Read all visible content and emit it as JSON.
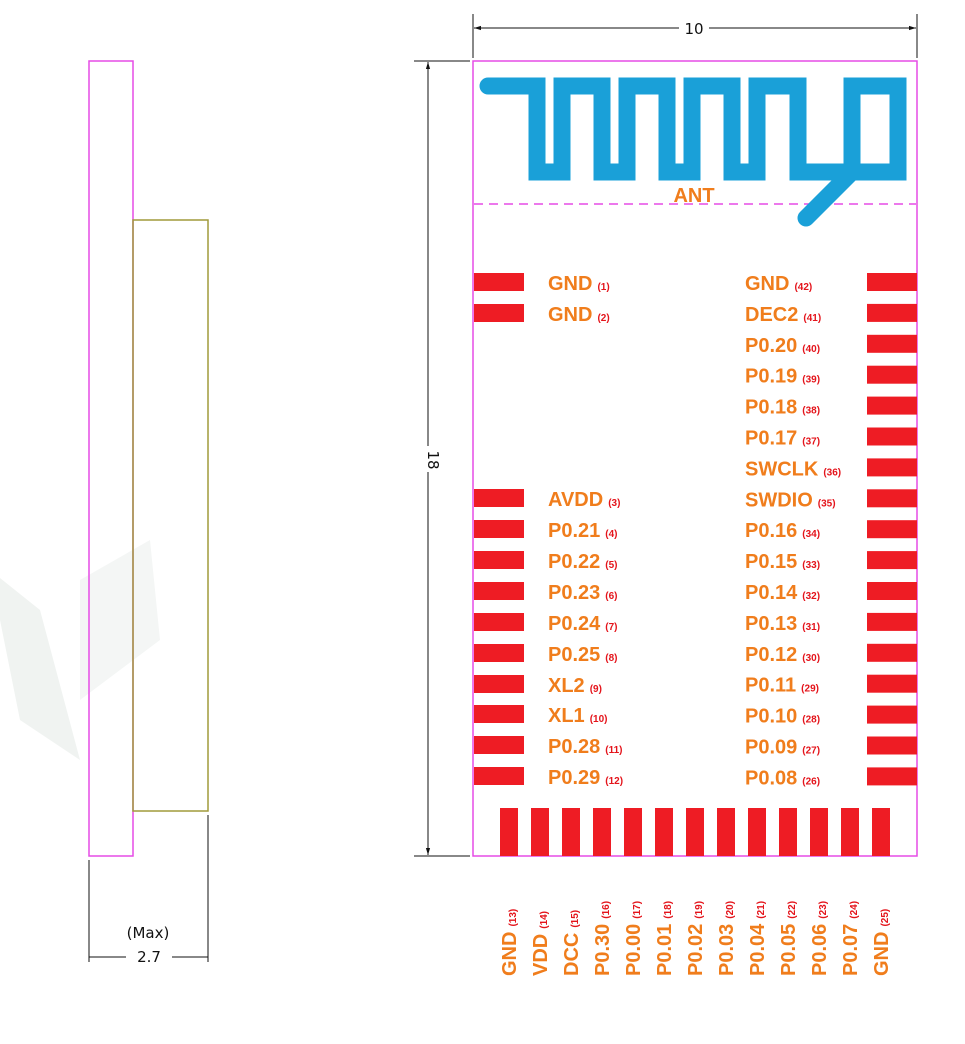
{
  "dimensions": {
    "width": "10",
    "height": "18",
    "thickness": "2.7",
    "thickness_note": "(Max)"
  },
  "antenna_label": "ANT",
  "colors": {
    "outline": "#e64be6",
    "pad": "#ee1c24",
    "pin_name": "#f07d1c",
    "pin_number": "#e4141b",
    "antenna": "#1aa0d8",
    "shield": "#a09a3a",
    "dimension_line": "#111111"
  },
  "left_pins": [
    {
      "name": "GND",
      "num": "(1)"
    },
    {
      "name": "GND",
      "num": "(2)"
    },
    {
      "name": "AVDD",
      "num": "(3)"
    },
    {
      "name": "P0.21",
      "num": "(4)"
    },
    {
      "name": "P0.22",
      "num": "(5)"
    },
    {
      "name": "P0.23",
      "num": "(6)"
    },
    {
      "name": "P0.24",
      "num": "(7)"
    },
    {
      "name": "P0.25",
      "num": "(8)"
    },
    {
      "name": "XL2",
      "num": "(9)"
    },
    {
      "name": "XL1",
      "num": "(10)"
    },
    {
      "name": "P0.28",
      "num": "(11)"
    },
    {
      "name": "P0.29",
      "num": "(12)"
    }
  ],
  "right_pins": [
    {
      "name": "GND",
      "num": "(42)"
    },
    {
      "name": "DEC2",
      "num": "(41)"
    },
    {
      "name": "P0.20",
      "num": "(40)"
    },
    {
      "name": "P0.19",
      "num": "(39)"
    },
    {
      "name": "P0.18",
      "num": "(38)"
    },
    {
      "name": "P0.17",
      "num": "(37)"
    },
    {
      "name": "SWCLK",
      "num": "(36)"
    },
    {
      "name": "SWDIO",
      "num": "(35)"
    },
    {
      "name": "P0.16",
      "num": "(34)"
    },
    {
      "name": "P0.15",
      "num": "(33)"
    },
    {
      "name": "P0.14",
      "num": "(32)"
    },
    {
      "name": "P0.13",
      "num": "(31)"
    },
    {
      "name": "P0.12",
      "num": "(30)"
    },
    {
      "name": "P0.11",
      "num": "(29)"
    },
    {
      "name": "P0.10",
      "num": "(28)"
    },
    {
      "name": "P0.09",
      "num": "(27)"
    },
    {
      "name": "P0.08",
      "num": "(26)"
    }
  ],
  "bottom_pins": [
    {
      "name": "GND",
      "num": "(13)"
    },
    {
      "name": "VDD",
      "num": "(14)"
    },
    {
      "name": "DCC",
      "num": "(15)"
    },
    {
      "name": "P0.30",
      "num": "(16)"
    },
    {
      "name": "P0.00",
      "num": "(17)"
    },
    {
      "name": "P0.01",
      "num": "(18)"
    },
    {
      "name": "P0.02",
      "num": "(19)"
    },
    {
      "name": "P0.03",
      "num": "(20)"
    },
    {
      "name": "P0.04",
      "num": "(21)"
    },
    {
      "name": "P0.05",
      "num": "(22)"
    },
    {
      "name": "P0.06",
      "num": "(23)"
    },
    {
      "name": "P0.07",
      "num": "(24)"
    },
    {
      "name": "GND",
      "num": "(25)"
    }
  ]
}
